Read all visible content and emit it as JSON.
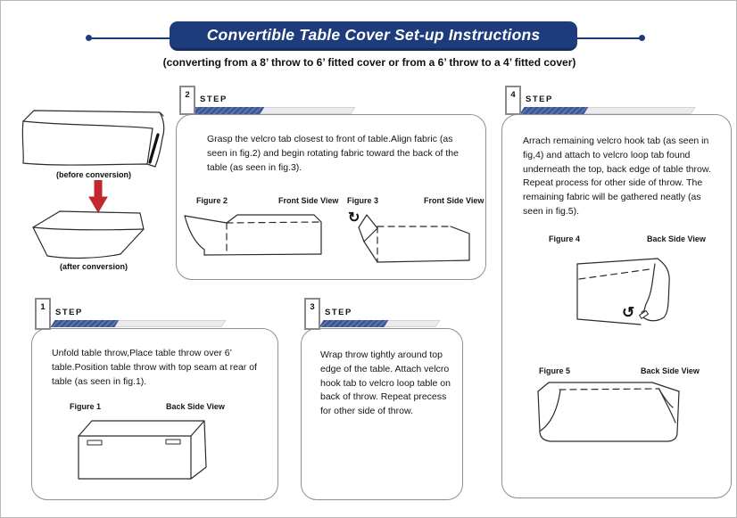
{
  "header": {
    "title": "Convertible Table Cover Set-up Instructions",
    "subtitle": "(converting from a 8’ throw to 6’ fitted cover or from a 6’ throw to a 4’ fitted cover)"
  },
  "conversion": {
    "before_label": "(before conversion)",
    "after_label": "(after conversion)"
  },
  "steps": {
    "step1": {
      "number": "1",
      "label": "STEP",
      "text": "Unfold table throw,Place table throw over 6’ table.Position table throw with top seam at rear of table (as seen in fig.1)."
    },
    "step2": {
      "number": "2",
      "label": "STEP",
      "text": "Grasp the velcro tab closest to front of table.Align fabric (as seen in fig.2) and begin rotating fabric toward the back of the table (as seen in fig.3)."
    },
    "step3": {
      "number": "3",
      "label": "STEP",
      "text": "Wrap throw tightly around top edge of the table. Attach velcro hook tab to velcro loop table on back of throw. Repeat precess for other side of throw."
    },
    "step4": {
      "number": "4",
      "label": "STEP",
      "text": "Arrach remaining velcro hook tab (as seen in fig,4) and attach to velcro loop tab found underneath the top, back edge of table throw. Repeat process for other side of throw. The remaining fabric will be gathered neatly (as seen in fig.5)."
    }
  },
  "figures": {
    "fig1": {
      "name": "Figure 1",
      "view": "Back Side View"
    },
    "fig2": {
      "name": "Figure 2",
      "view": "Front Side View"
    },
    "fig3": {
      "name": "Figure 3",
      "view": "Front Side View"
    },
    "fig4": {
      "name": "Figure 4",
      "view": "Back Side View"
    },
    "fig5": {
      "name": "Figure 5",
      "view": "Back Side View"
    }
  },
  "icons": {
    "rotate_cw": "↻",
    "rotate_ccw": "↺",
    "down_arrow": "red-block-arrow-down"
  },
  "colors": {
    "banner_navy": "#1e3c7c",
    "bar_blue": "#3b5795",
    "bar_gray": "#ebebee",
    "arrow_red": "#c1272d",
    "line_gray": "#8f8f8f"
  }
}
